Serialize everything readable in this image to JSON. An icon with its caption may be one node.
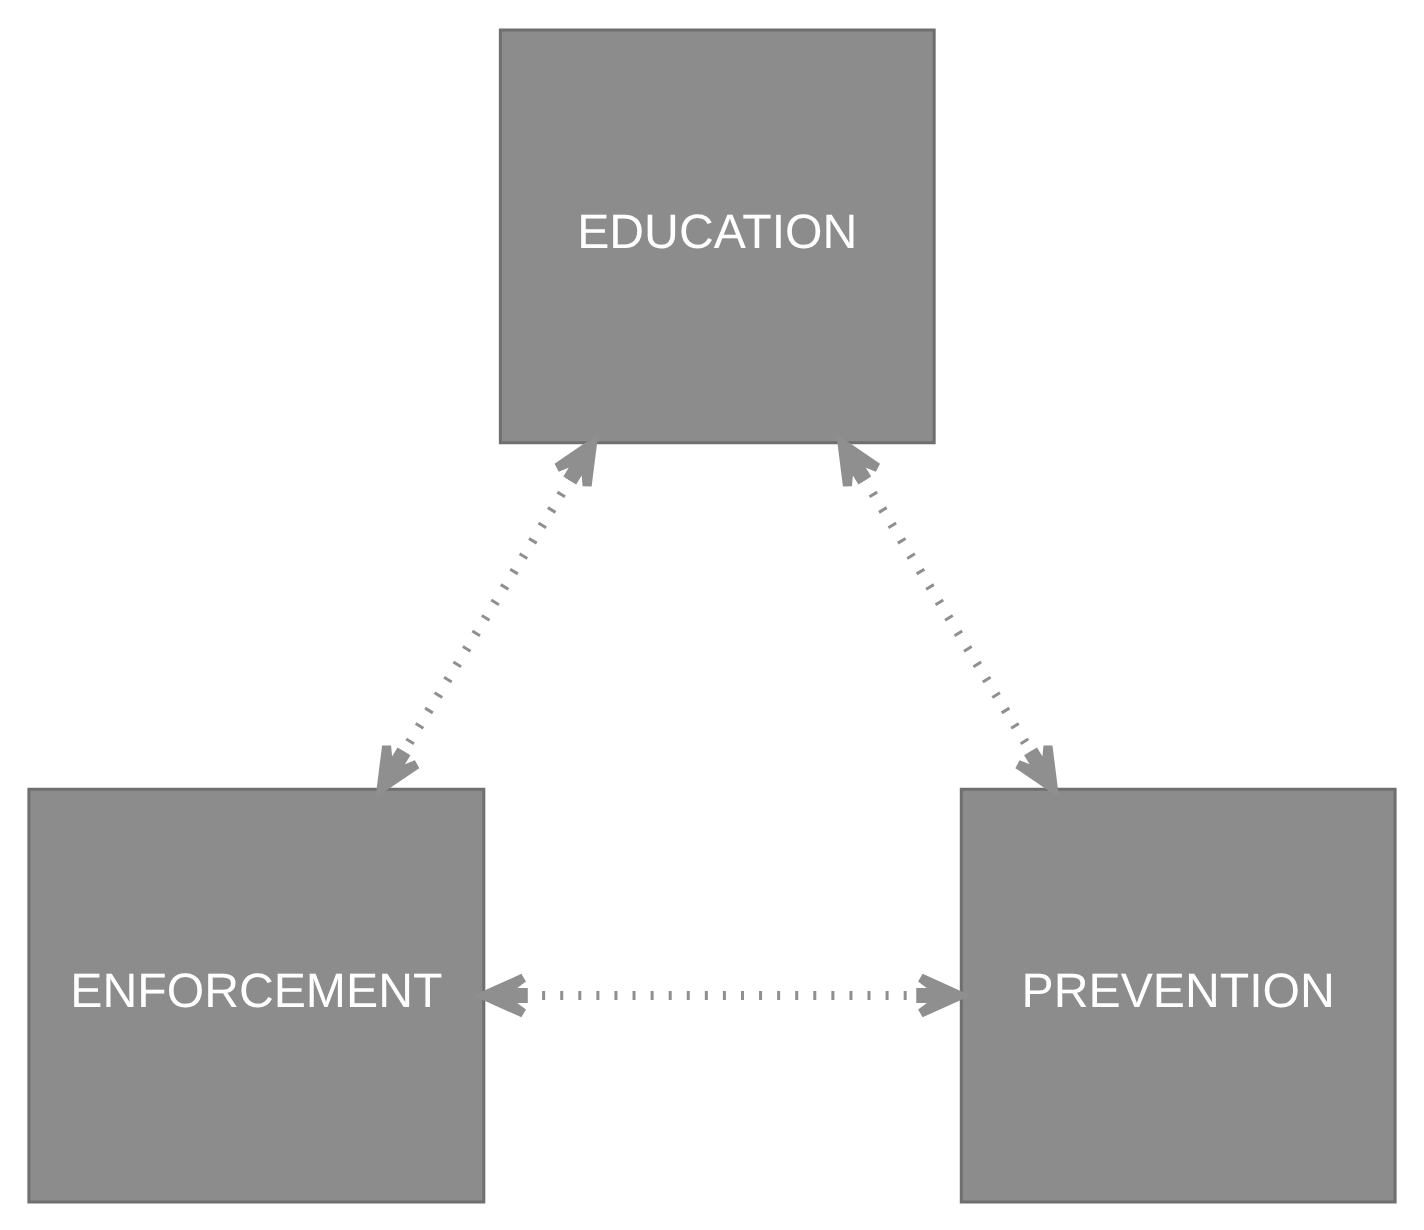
{
  "diagram": {
    "nodes": [
      {
        "text": [
          "EDUCATION"
        ]
      },
      {
        "text": [
          "ENFORCEMENT"
        ]
      },
      {
        "text": [
          "PREVENTION"
        ]
      }
    ],
    "edges": [
      {
        "from": 0,
        "to": 1,
        "arrow": "both",
        "style": "dashed"
      },
      {
        "from": 0,
        "to": 2,
        "arrow": "both",
        "style": "dashed"
      },
      {
        "from": 1,
        "to": 2,
        "arrow": "both",
        "style": "dashed"
      }
    ]
  }
}
